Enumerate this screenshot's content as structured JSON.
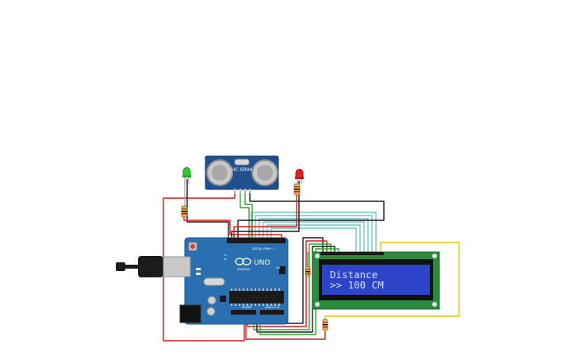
{
  "sensor": {
    "label": "HC-SR04"
  },
  "arduino": {
    "brand": "ARDUINO",
    "model": "UNO",
    "digital_label": "DIGITAL (PWM ~)",
    "power_label": "POWER",
    "analog_label": "ANALOG IN",
    "on_label": "ON",
    "tx_label": "TX",
    "rx_label": "RX"
  },
  "lcd": {
    "line1": "Distance",
    "line2": ">> 100 CM"
  },
  "colors": {
    "board": "#2a6fb0",
    "lcd_pcb": "#2e8b3e",
    "lcd_screen": "#2c44c8",
    "lcd_text": "#d7e2ff",
    "sensor_pcb": "#1f4f8c",
    "wire_red": "#d21a1a",
    "wire_black": "#1a1a1a",
    "wire_green": "#2fa32f",
    "wire_yellow": "#e2c21a",
    "wire_cyan": "#6ec6c6",
    "led_green": "#2ecc2e",
    "led_red": "#e02222"
  }
}
